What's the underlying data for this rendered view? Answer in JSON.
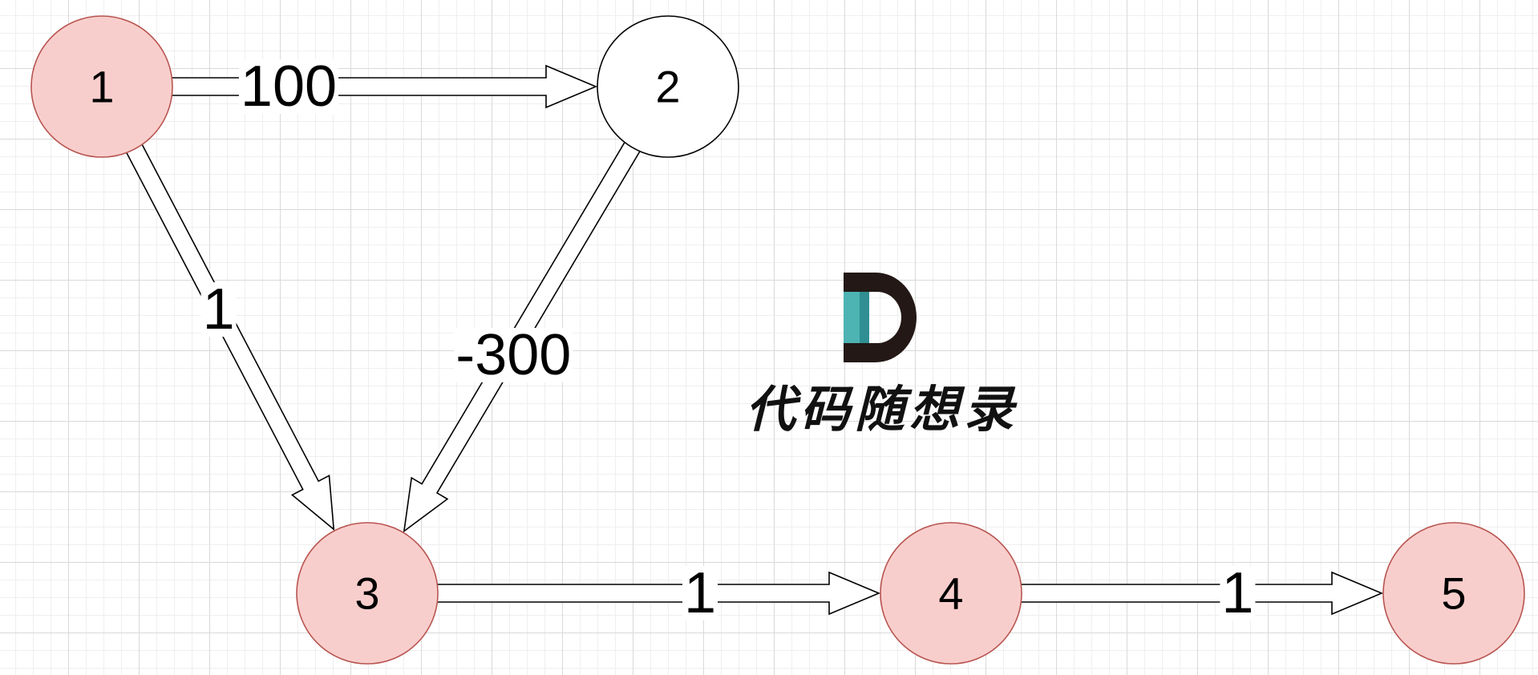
{
  "diagram": {
    "nodes": [
      {
        "id": "1",
        "label": "1",
        "fill": "#f8cecc",
        "stroke": "#b85450"
      },
      {
        "id": "2",
        "label": "2",
        "fill": "#ffffff",
        "stroke": "#000000"
      },
      {
        "id": "3",
        "label": "3",
        "fill": "#f8cecc",
        "stroke": "#b85450"
      },
      {
        "id": "4",
        "label": "4",
        "fill": "#f8cecc",
        "stroke": "#b85450"
      },
      {
        "id": "5",
        "label": "5",
        "fill": "#f8cecc",
        "stroke": "#b85450"
      }
    ],
    "edges": [
      {
        "from": "1",
        "to": "2",
        "weight": "100"
      },
      {
        "from": "1",
        "to": "3",
        "weight": "1"
      },
      {
        "from": "2",
        "to": "3",
        "weight": "-300"
      },
      {
        "from": "3",
        "to": "4",
        "weight": "1"
      },
      {
        "from": "4",
        "to": "5",
        "weight": "1"
      }
    ]
  },
  "watermark": {
    "text": "代码随想录",
    "mark_colors": {
      "dark": "#231815",
      "accent": "#4db3b3",
      "accent_dark": "#2f8f93"
    }
  }
}
